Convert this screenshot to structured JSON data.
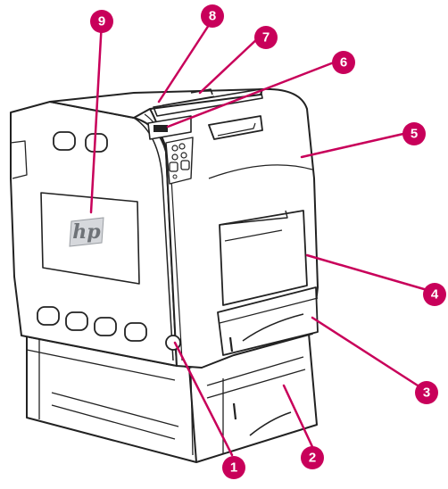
{
  "logo": {
    "text": "hp"
  },
  "callout_color": "#c8005a",
  "callouts": [
    {
      "number": "1",
      "part": "power-button"
    },
    {
      "number": "2",
      "part": "optional-tray-3"
    },
    {
      "number": "3",
      "part": "tray-2"
    },
    {
      "number": "4",
      "part": "tray-1"
    },
    {
      "number": "5",
      "part": "front-door"
    },
    {
      "number": "6",
      "part": "control-panel"
    },
    {
      "number": "7",
      "part": "output-bin-extension"
    },
    {
      "number": "8",
      "part": "top-output-bin"
    },
    {
      "number": "9",
      "part": "side-panel-with-logo"
    }
  ]
}
